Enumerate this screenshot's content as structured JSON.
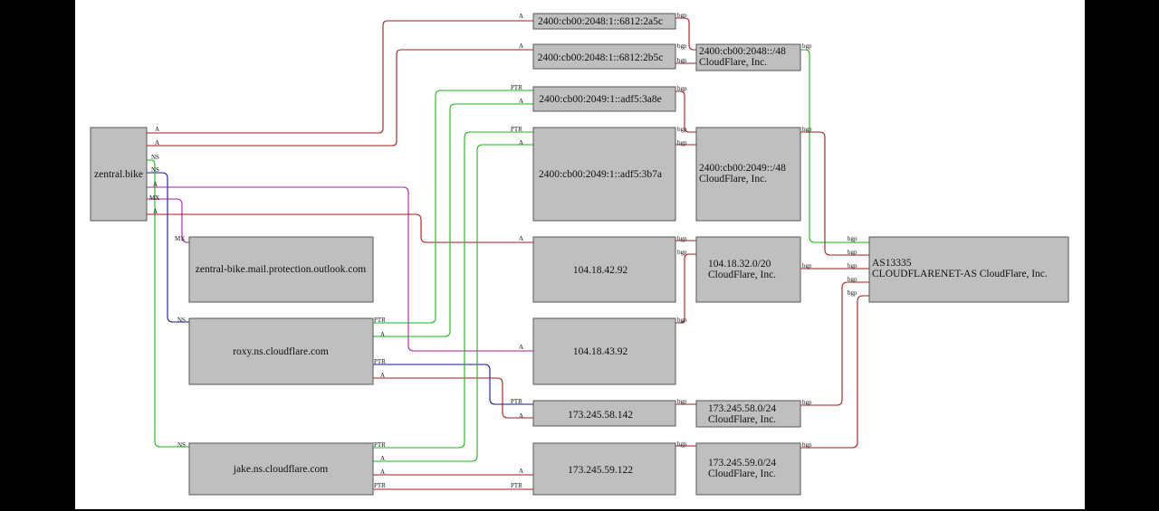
{
  "nodes": {
    "zentral": "zentral.bike",
    "mx_outlook": "zentral-bike.mail.protection.outlook.com",
    "roxy": "roxy.ns.cloudflare.com",
    "jake": "jake.ns.cloudflare.com",
    "ip6_2a5c": "2400:cb00:2048:1::6812:2a5c",
    "ip6_2b5c": "2400:cb00:2048:1::6812:2b5c",
    "ip6_3a8e": "2400:cb00:2049:1::adf5:3a8e",
    "ip6_3b7a": "2400:cb00:2049:1::adf5:3b7a",
    "ip_42_92": "104.18.42.92",
    "ip_43_92": "104.18.43.92",
    "ip_58_142": "173.245.58.142",
    "ip_59_122": "173.245.59.122",
    "pfx_2048": [
      "2400:cb00:2048::/48",
      "CloudFlare, Inc."
    ],
    "pfx_2049": [
      "2400:cb00:2049::/48",
      "CloudFlare, Inc."
    ],
    "pfx_104": [
      "104.18.32.0/20",
      "CloudFlare, Inc."
    ],
    "pfx_58": [
      "173.245.58.0/24",
      "CloudFlare, Inc."
    ],
    "pfx_59": [
      "173.245.59.0/24",
      "CloudFlare, Inc."
    ],
    "as13335": [
      "AS13335",
      "CLOUDFLARENET-AS CloudFlare, Inc."
    ]
  },
  "edge_labels": {
    "a": "A",
    "ns": "NS",
    "mx": "MX",
    "ptr": "PTR",
    "bgp": "bgp"
  },
  "colors": {
    "a": "#a31b1b",
    "ns_roxy": "#16169a",
    "ns_jake": "#19b619",
    "mx": "#a81ea8",
    "ptr": "#19b619",
    "bgp_red": "#a31b1b",
    "bgp_green": "#19b619",
    "node_fill": "#c0bfc0"
  }
}
